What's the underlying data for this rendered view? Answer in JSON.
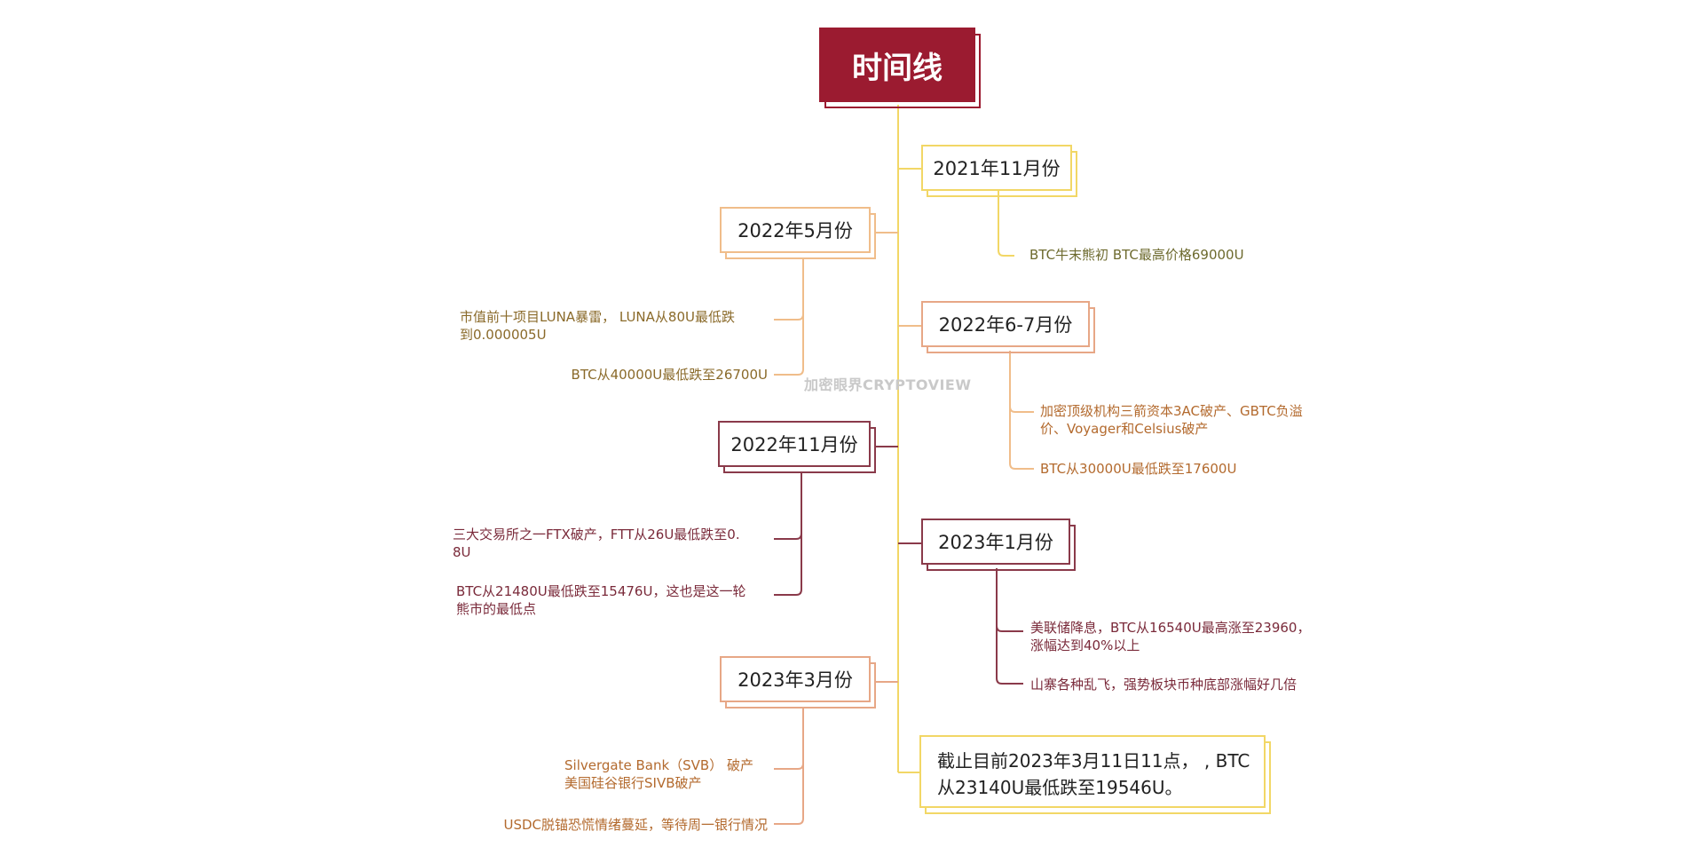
{
  "title": "时间线",
  "watermark": "加密眼界CRYPTOVIEW",
  "colors": {
    "root": "#9b1b30",
    "yellow": "#f2d766",
    "peach": "#f0bd8a",
    "salmon": "#e7a786",
    "maroon": "#8a3a4a",
    "olive": "#6d6a2e",
    "brown": "#8a6a2a",
    "orange_text": "#b36a2e",
    "maroon_text": "#7a2a3a"
  },
  "nodes": {
    "n2021_11": {
      "label": "2021年11月份",
      "items": [
        "BTC牛末熊初 BTC最高价格69000U"
      ]
    },
    "n2022_5": {
      "label": "2022年5月份",
      "items": [
        "市值前十项目LUNA暴雷， LUNA从80U最低跌\n到0.000005U",
        "BTC从40000U最低跌至26700U"
      ]
    },
    "n2022_67": {
      "label": "2022年6-7月份",
      "items": [
        "加密顶级机构三箭资本3AC破产、GBTC负溢\n价、Voyager和Celsius破产",
        "BTC从30000U最低跌至17600U"
      ]
    },
    "n2022_11": {
      "label": "2022年11月份",
      "items": [
        "三大交易所之一FTX破产，FTT从26U最低跌至0.\n8U",
        "BTC从21480U最低跌至15476U，这也是这一轮\n熊市的最低点"
      ]
    },
    "n2023_1": {
      "label": "2023年1月份",
      "items": [
        "美联储降息，BTC从16540U最高涨至23960，\n涨幅达到40%以上",
        "山寨各种乱飞，强势板块币种底部涨幅好几倍"
      ]
    },
    "n2023_3": {
      "label": "2023年3月份",
      "items": [
        "Silvergate Bank（SVB） 破产\n美国硅谷银行SIVB破产",
        "USDC脱锚恐慌情绪蔓延，等待周一银行情况"
      ]
    },
    "final": {
      "label": "截止目前2023年3月11日11点， , BTC\n从23140U最低跌至19546U。"
    }
  }
}
